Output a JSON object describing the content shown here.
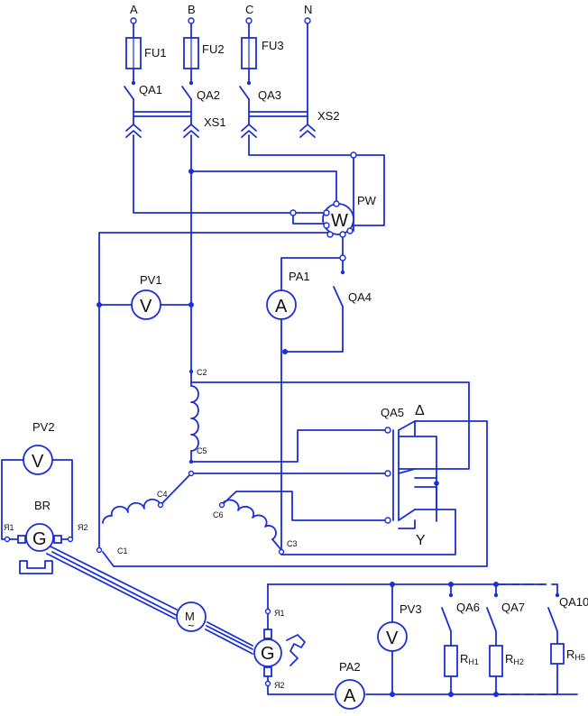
{
  "colors": {
    "wire": "#1a2fd6",
    "text": "#111111",
    "background": "#ffffff"
  },
  "terminals": {
    "a": "A",
    "b": "B",
    "c": "C",
    "n": "N"
  },
  "fuses": [
    "FU1",
    "FU2",
    "FU3"
  ],
  "switches": {
    "qa1": "QA1",
    "qa2": "QA2",
    "qa3": "QA3",
    "qa4": "QA4",
    "qa5": "QA5",
    "qa6": "QA6",
    "qa7": "QA7",
    "qa10": "QA10"
  },
  "connectors": {
    "xs1": "XS1",
    "xs2": "XS2"
  },
  "instruments": {
    "pw": "PW",
    "pw_symbol": "W",
    "pv1": "PV1",
    "pv2": "PV2",
    "pv3": "PV3",
    "v_symbol": "V",
    "pa1": "PA1",
    "pa2": "PA2",
    "a_symbol": "A"
  },
  "machines": {
    "br": "BR",
    "g_symbol": "G",
    "m_symbol": "M",
    "m_tilde": "~"
  },
  "windings": {
    "c1": "C1",
    "c2": "C2",
    "c3": "C3",
    "c4": "C4",
    "c5": "C5",
    "c6": "C6"
  },
  "brushes": {
    "br_r1": "Я1",
    "br_r2": "Я2",
    "g_r1": "Я1",
    "g_r2": "Я2"
  },
  "qa5_positions": {
    "delta": "Δ",
    "star": "Y"
  },
  "loads": [
    {
      "main": "R",
      "sub": "Н1"
    },
    {
      "main": "R",
      "sub": "Н2"
    },
    {
      "main": "R",
      "sub": "Н5"
    }
  ]
}
